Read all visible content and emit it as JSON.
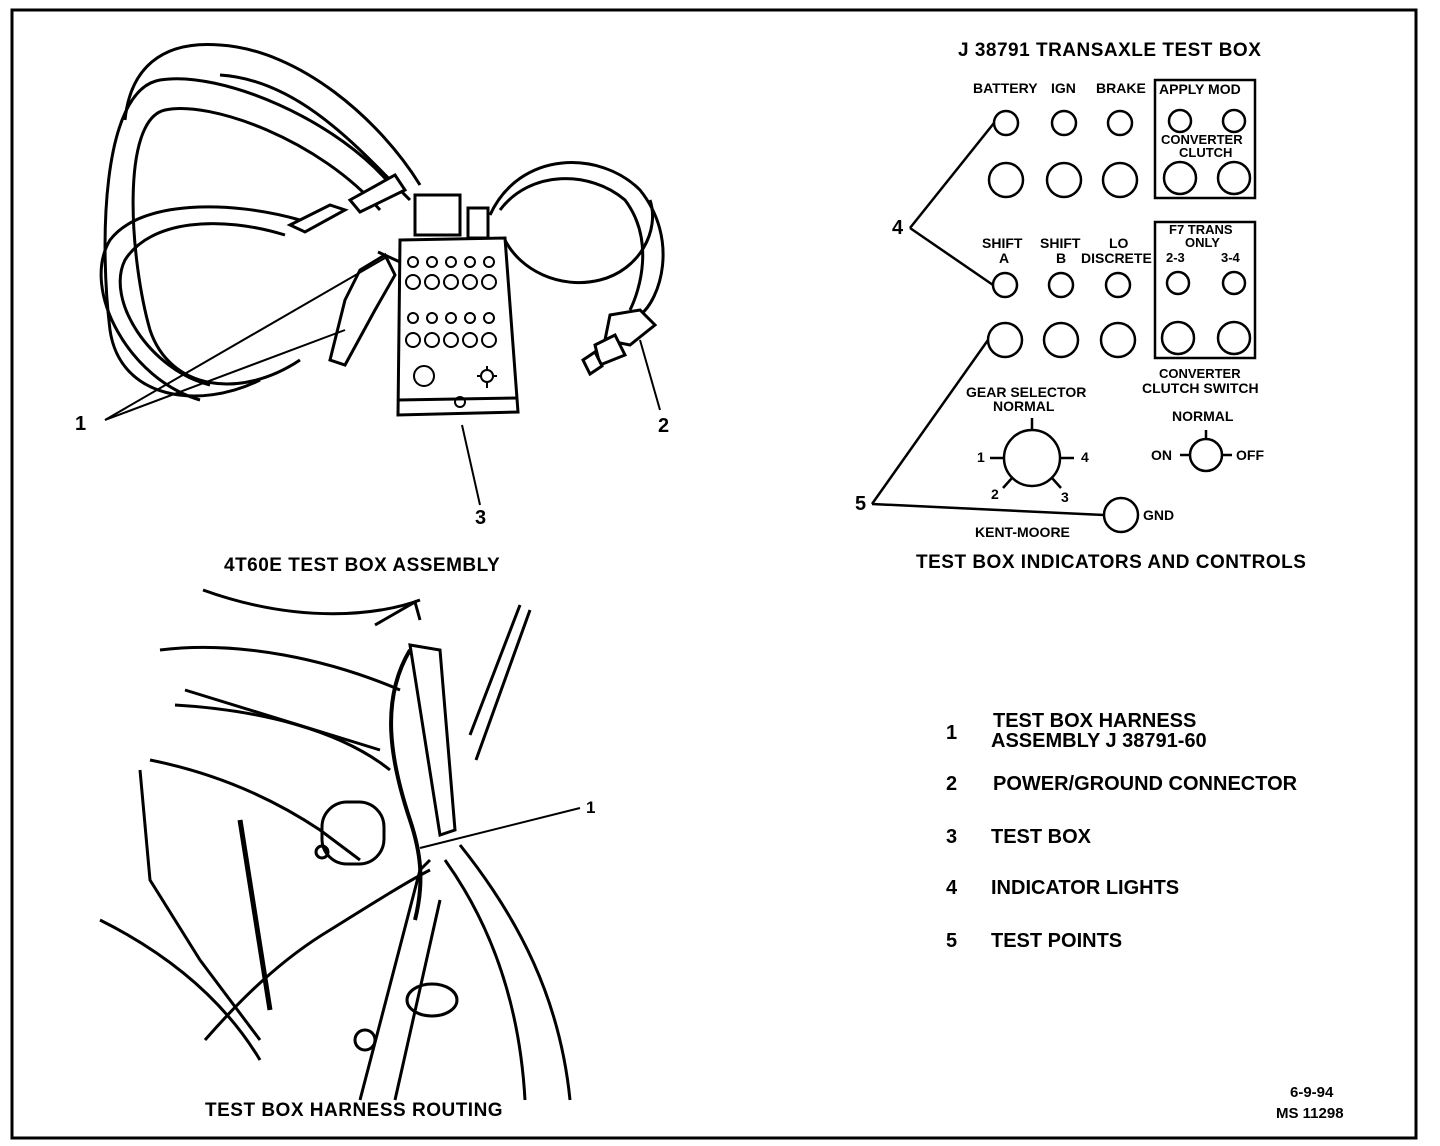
{
  "assembly": {
    "caption": "4T60E TEST BOX ASSEMBLY",
    "callouts": {
      "c1": "1",
      "c2": "2",
      "c3": "3"
    }
  },
  "panel": {
    "title": "J 38791 TRANSAXLE TEST BOX",
    "row1_labels": {
      "battery": "BATTERY",
      "ign": "IGN",
      "brake": "BRAKE"
    },
    "apply_mod": "APPLY MOD",
    "converter_clutch": [
      "CONVERTER",
      "CLUTCH"
    ],
    "row2_labels": {
      "shift_a": [
        "SHIFT",
        "A"
      ],
      "shift_b": [
        "SHIFT",
        "B"
      ],
      "lo_discrete": [
        "LO",
        "DISCRETE"
      ]
    },
    "f7_trans_only": [
      "F7 TRANS",
      "ONLY"
    ],
    "gear_23": "2-3",
    "gear_34": "3-4",
    "converter_clutch_switch": [
      "CONVERTER",
      "CLUTCH SWITCH"
    ],
    "gear_selector": "GEAR SELECTOR",
    "normal": "NORMAL",
    "selector_positions": {
      "p1": "1",
      "p2": "2",
      "p3": "3",
      "p4": "4"
    },
    "switch_on": "ON",
    "switch_off": "OFF",
    "switch_normal": "NORMAL",
    "kent_moore": "KENT-MOORE",
    "gnd": "GND",
    "callout4": "4",
    "callout5": "5",
    "caption": "TEST BOX INDICATORS AND CONTROLS"
  },
  "routing": {
    "caption": "TEST BOX HARNESS ROUTING",
    "callout1": "1"
  },
  "legend": [
    {
      "num": "1",
      "lines": [
        "TEST BOX HARNESS",
        "ASSEMBLY J 38791-60"
      ]
    },
    {
      "num": "2",
      "lines": [
        "POWER/GROUND CONNECTOR"
      ]
    },
    {
      "num": "3",
      "lines": [
        "TEST BOX"
      ]
    },
    {
      "num": "4",
      "lines": [
        "INDICATOR LIGHTS"
      ]
    },
    {
      "num": "5",
      "lines": [
        "TEST POINTS"
      ]
    }
  ],
  "footer": {
    "date": "6-9-94",
    "ref": "MS 11298"
  }
}
